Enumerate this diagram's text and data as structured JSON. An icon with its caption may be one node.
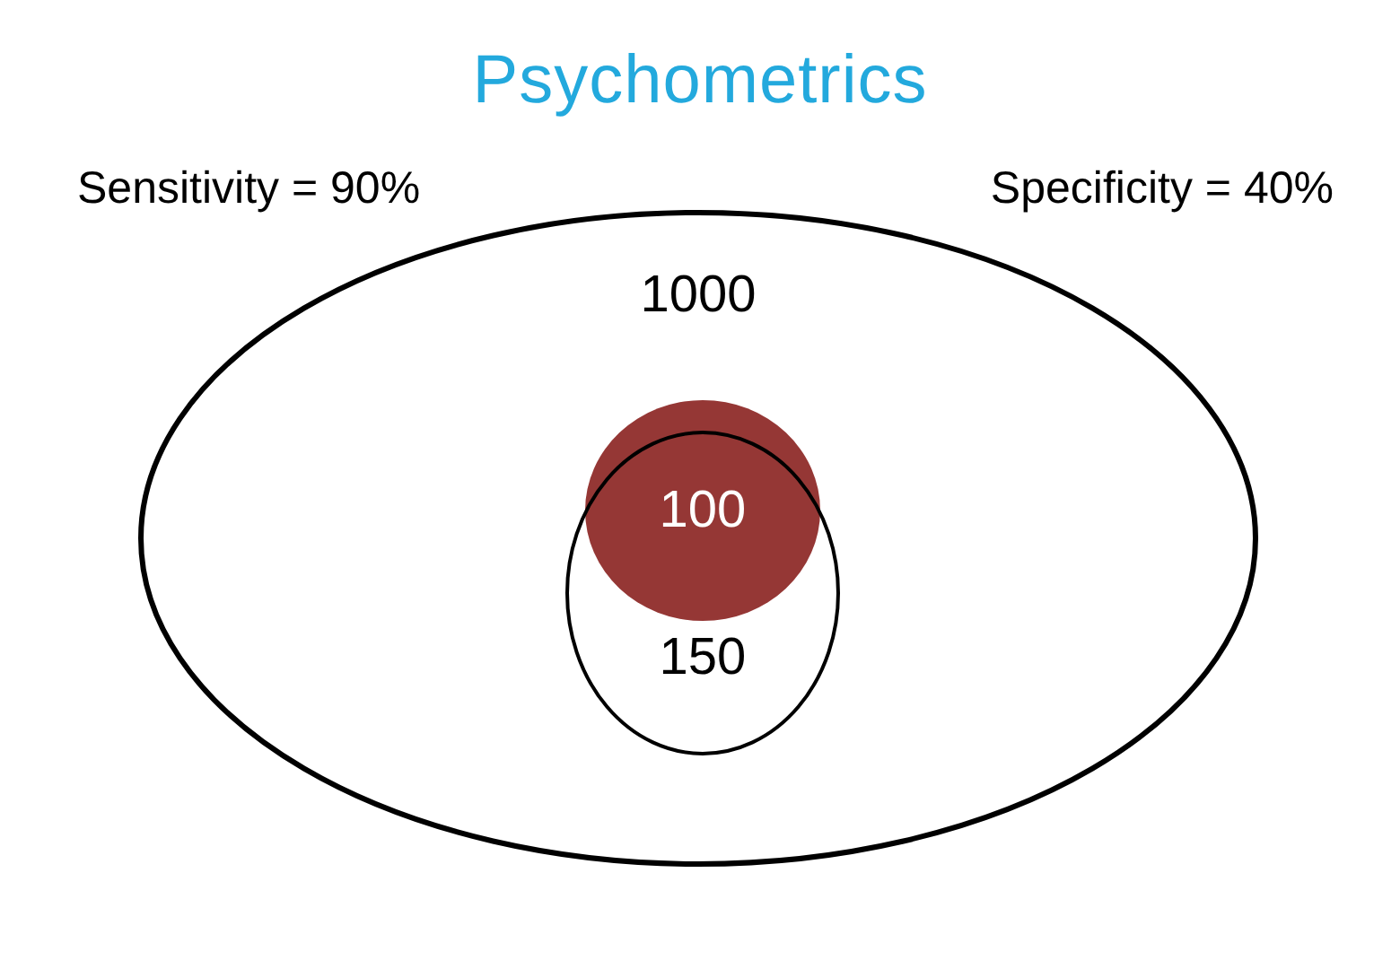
{
  "diagram": {
    "title": "Psychometrics",
    "nodes": [
      {
        "text": [
          "1000"
        ]
      },
      {
        "text": [
          "100"
        ],
        "in": 0
      },
      {
        "text": [
          "150"
        ],
        "in": 0
      }
    ],
    "labels": [
      "Sensitivity = 90%",
      "Specificity = 40%"
    ]
  }
}
